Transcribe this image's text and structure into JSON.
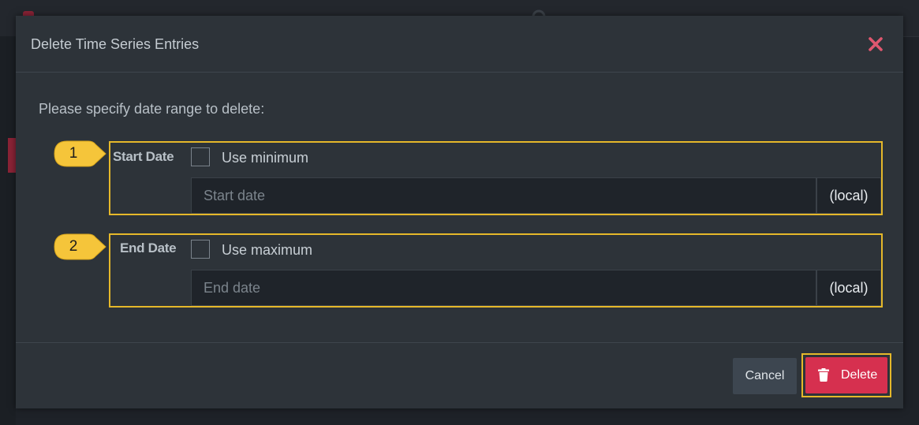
{
  "dialog": {
    "title": "Delete Time Series Entries",
    "prompt": "Please specify date range to delete:"
  },
  "start": {
    "callout": "1",
    "label": "Start Date",
    "checkbox_label": "Use minimum",
    "placeholder": "Start date",
    "addon": "(local)"
  },
  "end": {
    "callout": "2",
    "label": "End Date",
    "checkbox_label": "Use maximum",
    "placeholder": "End date",
    "addon": "(local)"
  },
  "footer": {
    "cancel_label": "Cancel",
    "delete_label": "Delete"
  },
  "colors": {
    "accent_highlight": "#e5b82a",
    "delete": "#d6304f",
    "close": "#e0576f",
    "callout": "#f5c53a"
  },
  "icons": [
    "close-icon",
    "trash-icon"
  ]
}
